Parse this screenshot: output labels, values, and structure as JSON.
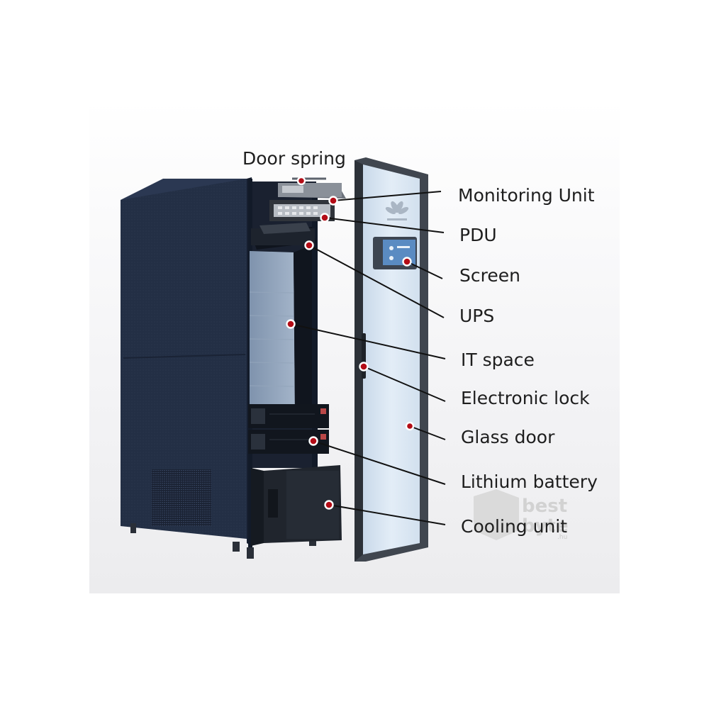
{
  "colors": {
    "cabinet": "#232f45",
    "cabinet_dark": "#161f30",
    "door_frame": "#3a3f48",
    "glass": "#dbe7f3",
    "marker": "#b30c16",
    "label": "#1e1e1e",
    "watermark": "#cfcfcf"
  },
  "callouts": [
    {
      "id": "door-spring",
      "label": "Door spring"
    },
    {
      "id": "monitoring-unit",
      "label": "Monitoring Unit"
    },
    {
      "id": "pdu",
      "label": "PDU"
    },
    {
      "id": "screen",
      "label": "Screen"
    },
    {
      "id": "ups",
      "label": "UPS"
    },
    {
      "id": "it-space",
      "label": "IT space"
    },
    {
      "id": "electronic-lock",
      "label": "Electronic lock"
    },
    {
      "id": "glass-door",
      "label": "Glass door"
    },
    {
      "id": "lithium-battery",
      "label": "Lithium battery"
    },
    {
      "id": "cooling-unit",
      "label": "Cooling unit"
    }
  ],
  "watermark": {
    "line1": "best",
    "line2": "byte",
    "suffix": ".hu"
  }
}
